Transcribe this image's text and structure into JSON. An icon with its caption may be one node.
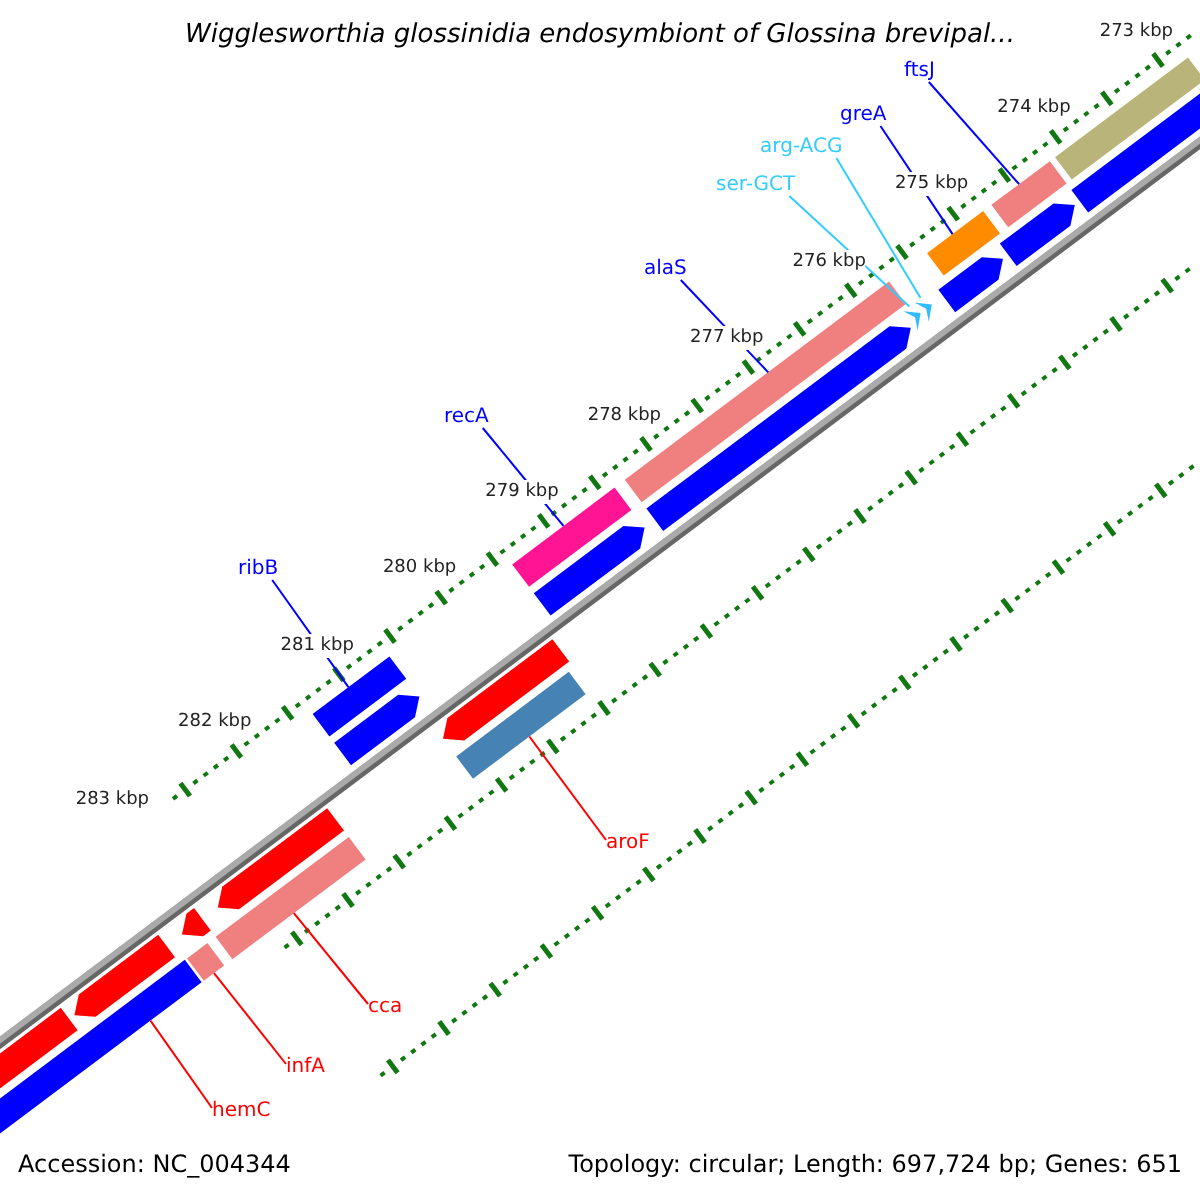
{
  "diagram": {
    "title": "Wigglesworthia glossinidia endosymbiont of Glossina brevipal...",
    "nodes": [
      {
        "text": [
          "ftsJ"
        ]
      },
      {
        "text": [
          "greA"
        ]
      },
      {
        "text": [
          "arg-ACG"
        ]
      },
      {
        "text": [
          "ser-GCT"
        ]
      },
      {
        "text": [
          "alaS"
        ]
      },
      {
        "text": [
          "recA"
        ]
      },
      {
        "text": [
          "ribB"
        ]
      },
      {
        "text": [
          "aroF"
        ]
      },
      {
        "text": [
          "cca"
        ]
      },
      {
        "text": [
          "infA"
        ]
      },
      {
        "text": [
          "hemC"
        ]
      },
      {
        "text": [],
        "shape": "bar"
      },
      {
        "text": [],
        "shape": "bar"
      },
      {
        "text": [],
        "shape": "arrow"
      },
      {
        "text": [],
        "shape": "arrow"
      },
      {
        "text": [],
        "shape": "bar"
      },
      {
        "text": [],
        "shape": "bar"
      },
      {
        "text": [],
        "shape": "bar"
      },
      {
        "text": [],
        "shape": "bar"
      },
      {
        "text": [],
        "shape": "bar"
      },
      {
        "text": [],
        "shape": "bar"
      },
      {
        "text": [],
        "shape": "bar"
      },
      {
        "text": [],
        "shape": "bar"
      },
      {
        "text": [],
        "shape": "bar"
      },
      {
        "text": [],
        "shape": "bar"
      },
      {
        "text": [],
        "shape": "bar"
      },
      {
        "text": [],
        "shape": "bar"
      },
      {
        "text": [],
        "shape": "bar"
      },
      {
        "text": [],
        "shape": "bar"
      },
      {
        "text": [],
        "shape": "bar"
      },
      {
        "text": [],
        "shape": "bar"
      },
      {
        "text": [],
        "shape": "bar"
      },
      {
        "text": [],
        "shape": "bar"
      },
      {
        "text": [],
        "shape": "bar"
      }
    ],
    "edges": [
      {
        "from": 0,
        "to": 11,
        "arrow": "none"
      },
      {
        "from": 1,
        "to": 12,
        "arrow": "none"
      },
      {
        "from": 2,
        "to": 13,
        "arrow": "none",
        "color": "#33ccff"
      },
      {
        "from": 3,
        "to": 14,
        "arrow": "none",
        "color": "#33ccff"
      },
      {
        "from": 4,
        "to": 15,
        "arrow": "none"
      },
      {
        "from": 5,
        "to": 16,
        "arrow": "none"
      },
      {
        "from": 6,
        "to": 17,
        "arrow": "none"
      },
      {
        "from": 7,
        "to": 18,
        "arrow": "none",
        "color": "#ff0000"
      },
      {
        "from": 8,
        "to": 19,
        "arrow": "none",
        "color": "#ff0000"
      },
      {
        "from": 9,
        "to": 20,
        "arrow": "none",
        "color": "#ff0000"
      },
      {
        "from": 10,
        "to": 21,
        "arrow": "none",
        "color": "#ff0000"
      }
    ],
    "labels": [
      "273 kbp",
      "274 kbp",
      "275 kbp",
      "276 kbp",
      "277 kbp",
      "278 kbp",
      "279 kbp",
      "280 kbp",
      "281 kbp",
      "282 kbp",
      "283 kbp",
      "Accession: NC_004344",
      "Topology: circular; Length: 697,724 bp; Genes: 651"
    ]
  }
}
